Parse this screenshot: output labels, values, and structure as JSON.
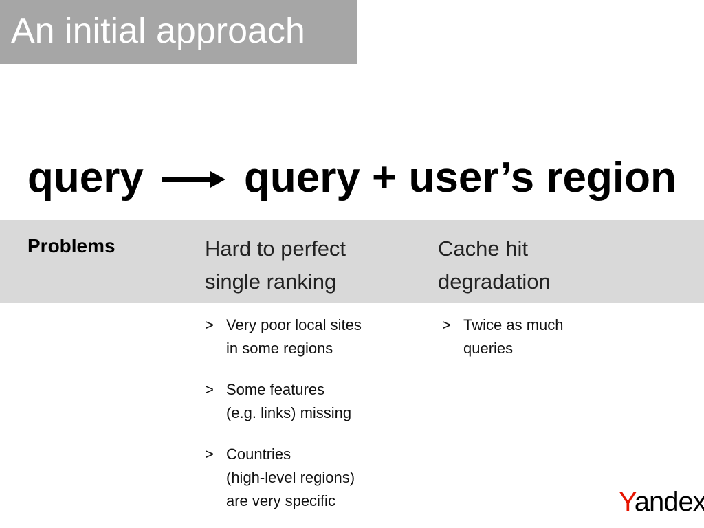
{
  "slide": {
    "title": "An initial approach"
  },
  "formula": {
    "left": "query",
    "right": "query + user’s region"
  },
  "problems": {
    "label": "Problems",
    "columns": [
      {
        "heading_lines": [
          "Hard to perfect",
          "single ranking"
        ],
        "bullets": [
          {
            "marker": ">",
            "lines": [
              "Very poor local sites",
              "in some regions"
            ]
          },
          {
            "marker": ">",
            "lines": [
              "Some features",
              "(e.g. links) missing"
            ]
          },
          {
            "marker": ">",
            "lines": [
              "Countries",
              "(high-level regions)",
              "are very specific"
            ]
          }
        ]
      },
      {
        "heading_lines": [
          "Cache hit",
          "degradation"
        ],
        "bullets": [
          {
            "marker": ">",
            "lines": [
              "Twice as much",
              "queries"
            ]
          }
        ]
      }
    ]
  },
  "logo": {
    "first_letter": "Y",
    "rest": "andex",
    "first_letter_color": "#e61400"
  },
  "colors": {
    "title_bg": "#a6a6a6",
    "band_bg": "#d9d9d9"
  }
}
